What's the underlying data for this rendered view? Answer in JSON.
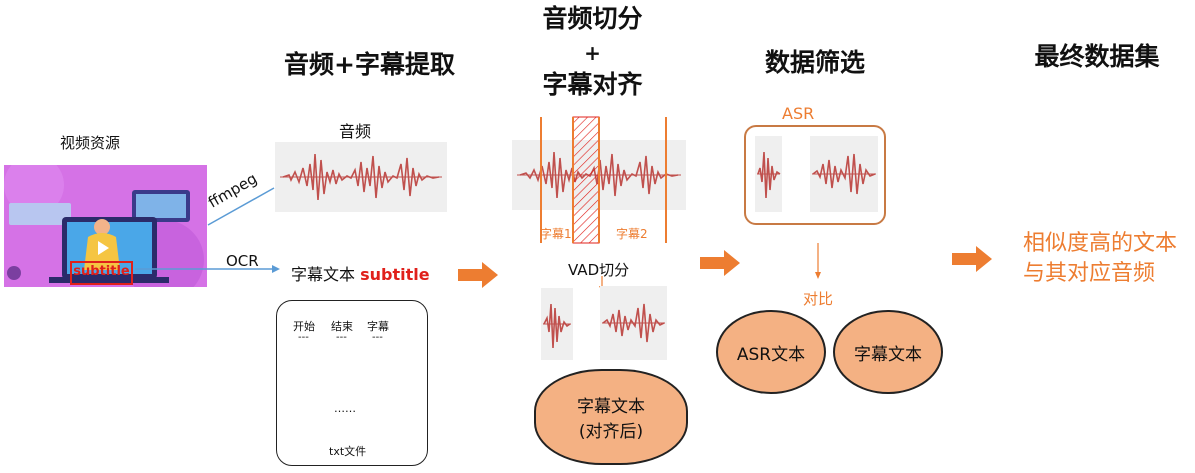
{
  "stages": {
    "extract_title": "音频+字幕提取",
    "align_title_line1": "音频切分",
    "align_title_plus": "+",
    "align_title_line2": "字幕对齐",
    "filter_title": "数据筛选",
    "final_title": "最终数据集"
  },
  "source": {
    "label": "视频资源",
    "subtitle_tag": "subtitle"
  },
  "extract": {
    "ffmpeg_label": "ffmpeg",
    "ocr_label": "OCR",
    "audio_label": "音频",
    "subtitle_text_prefix": "字幕文本",
    "subtitle_text_word": "subtitle",
    "table_headers": [
      "开始",
      "结束",
      "字幕"
    ],
    "table_dashes": [
      "---",
      "---",
      "---"
    ],
    "ellipsis": "……",
    "file_label": "txt文件"
  },
  "align": {
    "sub1": "字幕1",
    "sub2": "字幕2",
    "vad_label": "VAD切分",
    "aligned_text_line1": "字幕文本",
    "aligned_text_line2": "(对齐后)"
  },
  "filter": {
    "asr_label": "ASR",
    "compare_label": "对比",
    "asr_text": "ASR文本",
    "subtitle_text": "字幕文本"
  },
  "final": {
    "line1": "相似度高的文本",
    "line2": "与其对应音频"
  },
  "colors": {
    "accent": "#ed7d31",
    "wave": "#c0504d",
    "blob_fill": "#f4b183",
    "highlight_red": "#e0201b",
    "ocr_line": "#5b9bd5"
  }
}
